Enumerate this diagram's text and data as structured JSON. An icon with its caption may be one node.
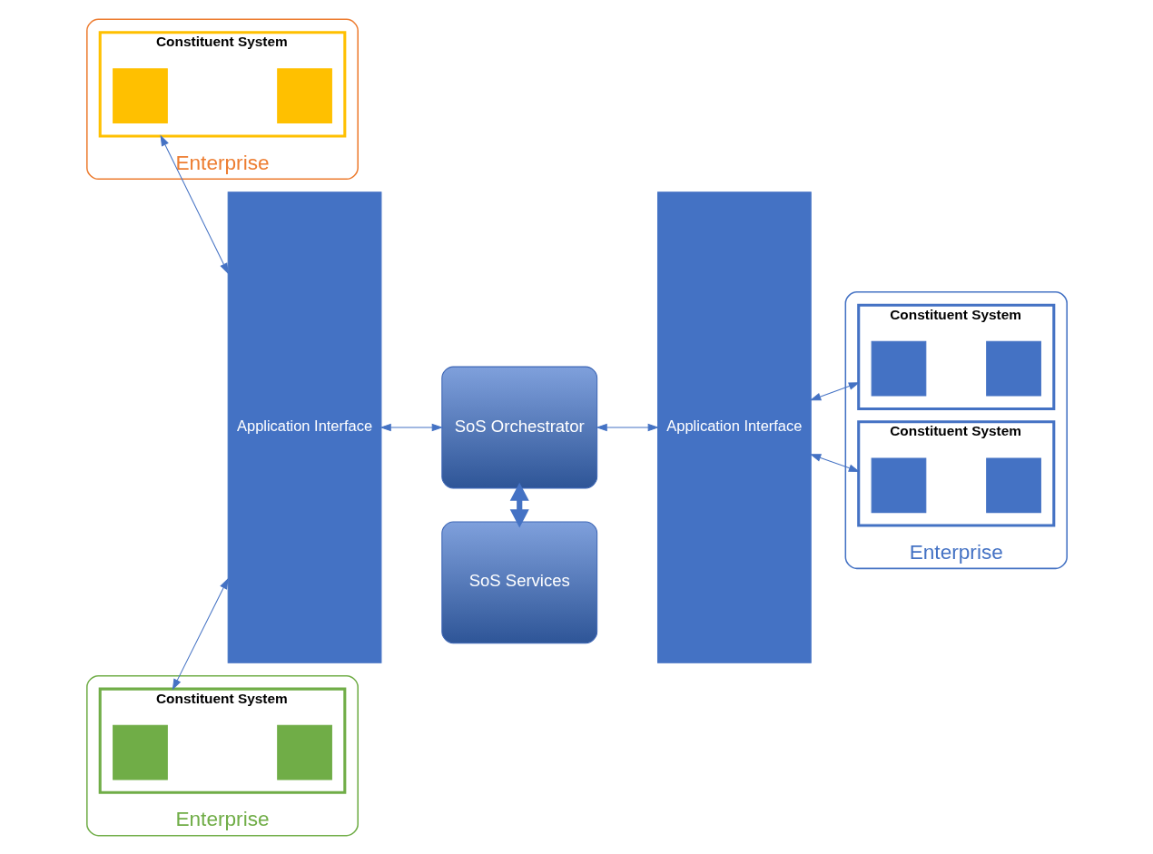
{
  "diagram": {
    "nodes": [
      {
        "text": [
          "Enterprise"
        ]
      },
      {
        "text": [
          "Constituent System"
        ],
        "in": 0
      },
      {
        "text": [],
        "shape": "box",
        "in": 1
      },
      {
        "text": [],
        "shape": "box",
        "in": 1
      },
      {
        "text": [
          "Enterprise"
        ]
      },
      {
        "text": [
          "Constituent System"
        ],
        "in": 4
      },
      {
        "text": [],
        "shape": "box",
        "in": 5
      },
      {
        "text": [],
        "shape": "box",
        "in": 5
      },
      {
        "text": [
          "Application Interface"
        ]
      },
      {
        "text": [
          "SoS Orchestrator"
        ]
      },
      {
        "text": [
          "SoS Services"
        ]
      },
      {
        "text": [
          "Application Interface"
        ]
      },
      {
        "text": [
          "Enterprise"
        ]
      },
      {
        "text": [
          "Constituent System"
        ],
        "in": 12
      },
      {
        "text": [],
        "shape": "box",
        "in": 13
      },
      {
        "text": [],
        "shape": "box",
        "in": 13
      },
      {
        "text": [
          "Constituent System"
        ],
        "in": 12
      },
      {
        "text": [],
        "shape": "box",
        "in": 16
      },
      {
        "text": [],
        "shape": "box",
        "in": 16
      }
    ],
    "edges": [
      {
        "from": 1,
        "to": 8,
        "arrow": "both"
      },
      {
        "from": 5,
        "to": 8,
        "arrow": "both"
      },
      {
        "from": 8,
        "to": 9,
        "arrow": "both"
      },
      {
        "from": 9,
        "to": 10,
        "arrow": "both",
        "style": "thick"
      },
      {
        "from": 9,
        "to": 11,
        "arrow": "both"
      },
      {
        "from": 11,
        "to": 13,
        "arrow": "both"
      },
      {
        "from": 11,
        "to": 16,
        "arrow": "both"
      }
    ]
  }
}
